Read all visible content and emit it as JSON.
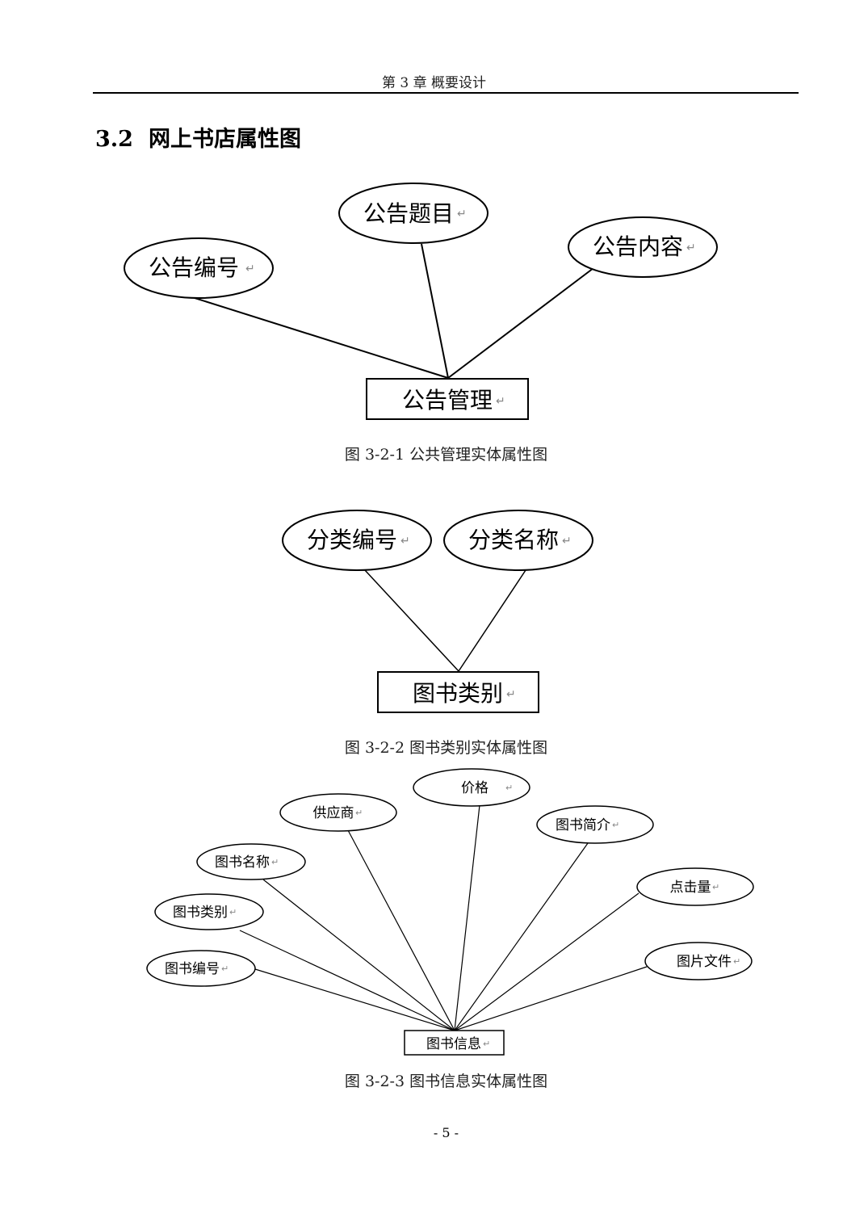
{
  "header": {
    "running_title": "第 3 章  概要设计"
  },
  "section": {
    "number": "3.2",
    "title": "网上书店属性图"
  },
  "figures": [
    {
      "entity": "公告管理",
      "attributes": [
        "公告编号",
        "公告题目",
        "公告内容"
      ],
      "caption": "图 3-2-1  公共管理实体属性图"
    },
    {
      "entity": "图书类别",
      "attributes": [
        "分类编号",
        "分类名称"
      ],
      "caption": "图 3-2-2  图书类别实体属性图"
    },
    {
      "entity": "图书信息",
      "attributes": [
        "价格",
        "供应商",
        "图书简介",
        "图书名称",
        "点击量",
        "图书类别",
        "图片文件",
        "图书编号"
      ],
      "caption": "图 3-2-3  图书信息实体属性图"
    }
  ],
  "footer": {
    "page_number": "- 5 -"
  },
  "colors": {
    "stroke": "#000000",
    "return_mark": "#888888"
  }
}
